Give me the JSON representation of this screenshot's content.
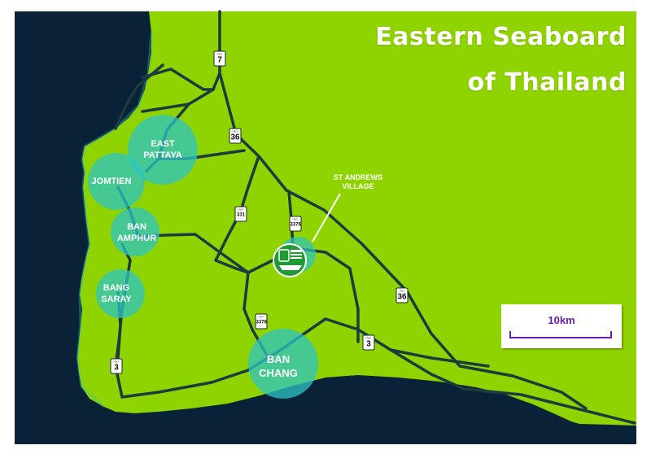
{
  "title": {
    "line1": "Eastern Seaboard",
    "line2": "of Thailand"
  },
  "towns": [
    {
      "id": "east-pattaya",
      "lines": [
        "EAST",
        "PATTAYA"
      ]
    },
    {
      "id": "jomtien",
      "lines": [
        "JOMTIEN"
      ]
    },
    {
      "id": "ban-amphur",
      "lines": [
        "BAN",
        "AMPHUR"
      ]
    },
    {
      "id": "bang-saray",
      "lines": [
        "BANG",
        "SARAY"
      ]
    },
    {
      "id": "ban-chang",
      "lines": [
        "BAN",
        "CHANG"
      ]
    }
  ],
  "highways": [
    {
      "id": "hwy-7",
      "number": "7"
    },
    {
      "id": "hwy-36-north",
      "number": "36"
    },
    {
      "id": "hwy-331",
      "number": "331"
    },
    {
      "id": "hwy-3376-north",
      "number": "3376"
    },
    {
      "id": "hwy-36-east",
      "number": "36"
    },
    {
      "id": "hwy-3376-south",
      "number": "3376"
    },
    {
      "id": "hwy-3-east",
      "number": "3"
    },
    {
      "id": "hwy-3-west",
      "number": "3"
    }
  ],
  "shield_prefix": "HWY",
  "village": {
    "line1": "ST ANDREWS",
    "line2": "VILLAGE"
  },
  "scale": {
    "label": "10km"
  },
  "colors": {
    "sea": "#0a2238",
    "land": "#8fd400",
    "road": "#1d3b3f",
    "town_circle": "#2ec4c4",
    "village_marker": "#1f9a36",
    "scale_text": "#6a1fa8"
  }
}
